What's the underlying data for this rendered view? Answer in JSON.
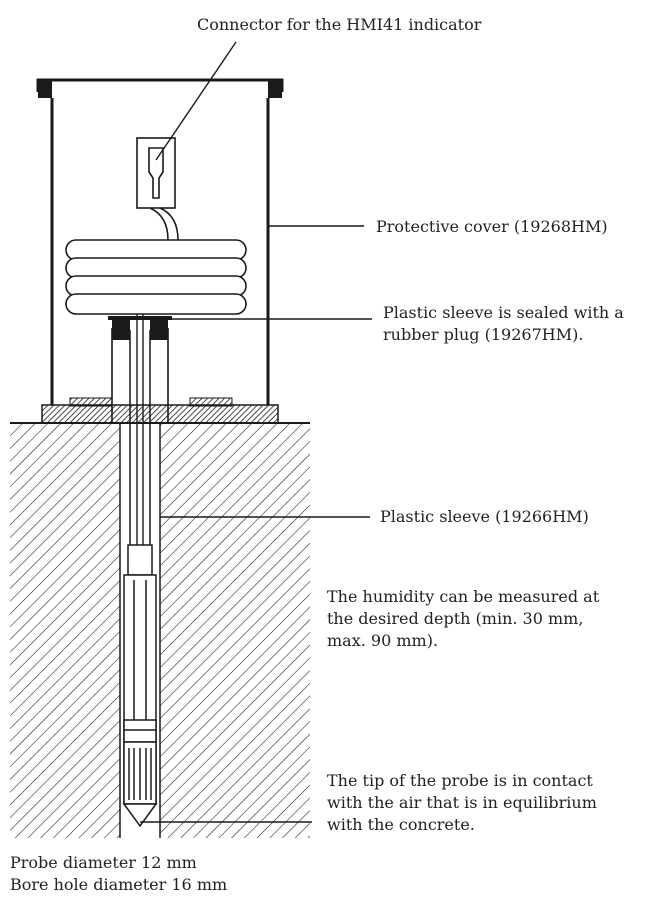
{
  "labels": {
    "connector": "Connector for the HMI41 indicator",
    "cover": "Protective cover (19268HM)",
    "plug": [
      "Plastic sleeve is sealed with a",
      "rubber plug (19267HM)."
    ],
    "sleeve": "Plastic sleeve (19266HM)",
    "depth": [
      "The humidity can be measured at",
      "the desired depth (min. 30 mm,",
      "max. 90 mm)."
    ],
    "tip": [
      "The tip of the probe is in contact",
      "with the air that is in equilibrium",
      "with the concrete."
    ],
    "dimensions": [
      "Probe diameter 12 mm",
      "Bore hole diameter 16 mm"
    ]
  },
  "colors": {
    "ink": "#1a1a1a",
    "text": "#222222",
    "background": "#ffffff"
  }
}
